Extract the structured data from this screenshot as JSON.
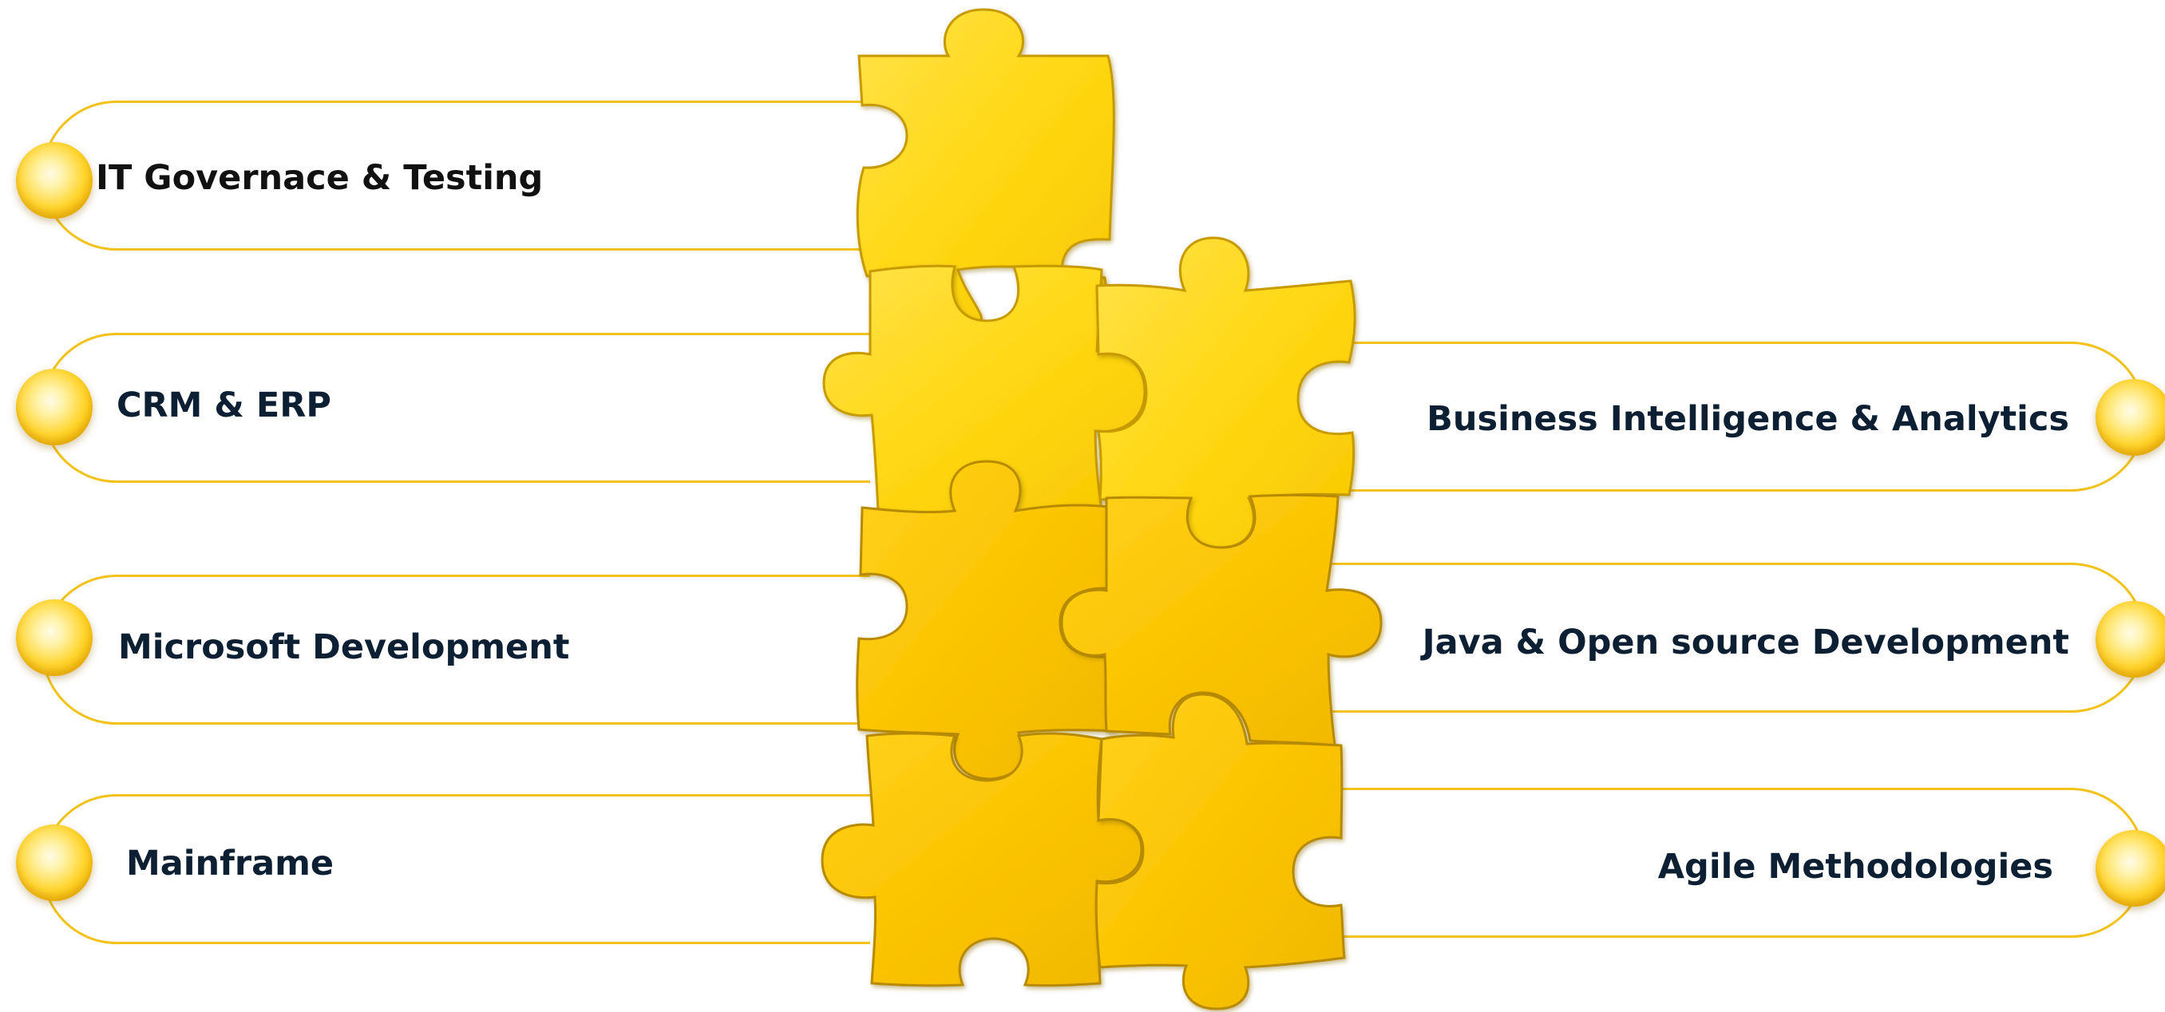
{
  "palette": {
    "accent": "#f2c21b",
    "puzzle_light": "#ffd814",
    "puzzle_dark": "#f8c400",
    "text": "#0d1f33",
    "background": "#ffffff"
  },
  "left_items": [
    {
      "label": "IT Governace & Testing"
    },
    {
      "label": "CRM & ERP"
    },
    {
      "label": "Microsoft Development"
    },
    {
      "label": "Mainframe"
    }
  ],
  "right_items": [
    {
      "label": "Business Intelligence & Analytics"
    },
    {
      "label": "Java & Open source Development"
    },
    {
      "label": "Agile Methodologies"
    }
  ],
  "puzzle": {
    "icon": "jigsaw-puzzle-pieces",
    "piece_count": 7
  }
}
